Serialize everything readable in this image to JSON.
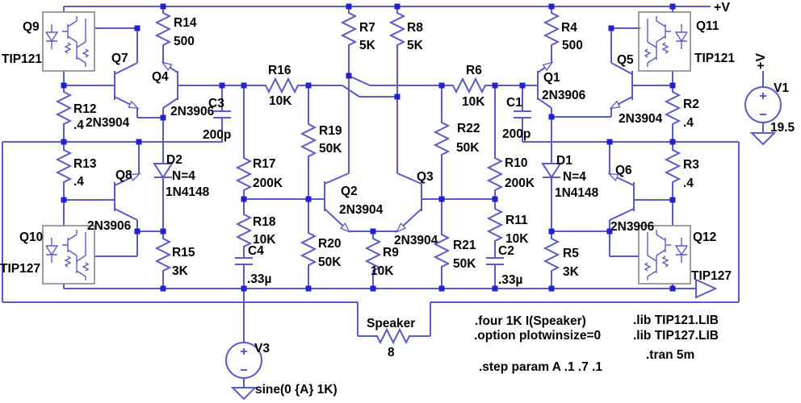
{
  "schematic": {
    "rails": {
      "top_label": "+V"
    },
    "transistors": {
      "q1": {
        "ref": "Q1",
        "part": "2N3906"
      },
      "q2": {
        "ref": "Q2",
        "part": "2N3904"
      },
      "q3": {
        "ref": "Q3",
        "part": "2N3904"
      },
      "q4": {
        "ref": "Q4",
        "part": "2N3906"
      },
      "q5": {
        "ref": "Q5",
        "part": "2N3904"
      },
      "q6": {
        "ref": "Q6",
        "part": "2N3906"
      },
      "q7": {
        "ref": "Q7",
        "part": "2N3904"
      },
      "q8": {
        "ref": "Q8",
        "part": "2N3906"
      },
      "q9": {
        "ref": "Q9",
        "part": "TIP121"
      },
      "q10": {
        "ref": "Q10",
        "part": "TIP127"
      },
      "q11": {
        "ref": "Q11",
        "part": "TIP121"
      },
      "q12": {
        "ref": "Q12",
        "part": "TIP127"
      }
    },
    "resistors": {
      "r2": {
        "ref": "R2",
        "value": ".4"
      },
      "r3": {
        "ref": "R3",
        "value": ".4"
      },
      "r4": {
        "ref": "R4",
        "value": "500"
      },
      "r5": {
        "ref": "R5",
        "value": "3K"
      },
      "r6": {
        "ref": "R6",
        "value": "10K"
      },
      "r7": {
        "ref": "R7",
        "value": "5K"
      },
      "r8": {
        "ref": "R8",
        "value": "5K"
      },
      "r9": {
        "ref": "R9",
        "value": "10K"
      },
      "r10": {
        "ref": "R10",
        "value": "200K"
      },
      "r11": {
        "ref": "R11",
        "value": "10K"
      },
      "r12": {
        "ref": "R12",
        "value": ".4"
      },
      "r13": {
        "ref": "R13",
        "value": ".4"
      },
      "r14": {
        "ref": "R14",
        "value": "500"
      },
      "r15": {
        "ref": "R15",
        "value": "3K"
      },
      "r16": {
        "ref": "R16",
        "value": "10K"
      },
      "r17": {
        "ref": "R17",
        "value": "200K"
      },
      "r18": {
        "ref": "R18",
        "value": "10K"
      },
      "r19": {
        "ref": "R19",
        "value": "50K"
      },
      "r20": {
        "ref": "R20",
        "value": "50K"
      },
      "r21": {
        "ref": "R21",
        "value": "50K"
      },
      "r22": {
        "ref": "R22",
        "value": "50K"
      }
    },
    "capacitors": {
      "c1": {
        "ref": "C1",
        "value": "200p"
      },
      "c2": {
        "ref": "C2",
        "value": ".33µ"
      },
      "c3": {
        "ref": "C3",
        "value": "200p"
      },
      "c4": {
        "ref": "C4",
        "value": ".33µ"
      }
    },
    "diodes": {
      "d1": {
        "ref": "D1",
        "param": "N=4",
        "part": "1N4148"
      },
      "d2": {
        "ref": "D2",
        "param": "N=4",
        "part": "1N4148"
      }
    },
    "speaker": {
      "ref": "Speaker",
      "value": "8"
    },
    "sources": {
      "v1": {
        "ref": "V1",
        "value": "19.5",
        "node_label": "+V"
      },
      "v3": {
        "ref": "V3",
        "value": "sine(0 {A} 1K)"
      }
    },
    "directives": {
      "four": ".four 1K I(Speaker)",
      "option": ".option plotwinsize=0",
      "step": ".step param A .1 .7 .1",
      "lib_tip121": ".lib TIP121.LIB",
      "lib_tip127": ".lib TIP127.LIB",
      "tran": ".tran 5m"
    }
  }
}
